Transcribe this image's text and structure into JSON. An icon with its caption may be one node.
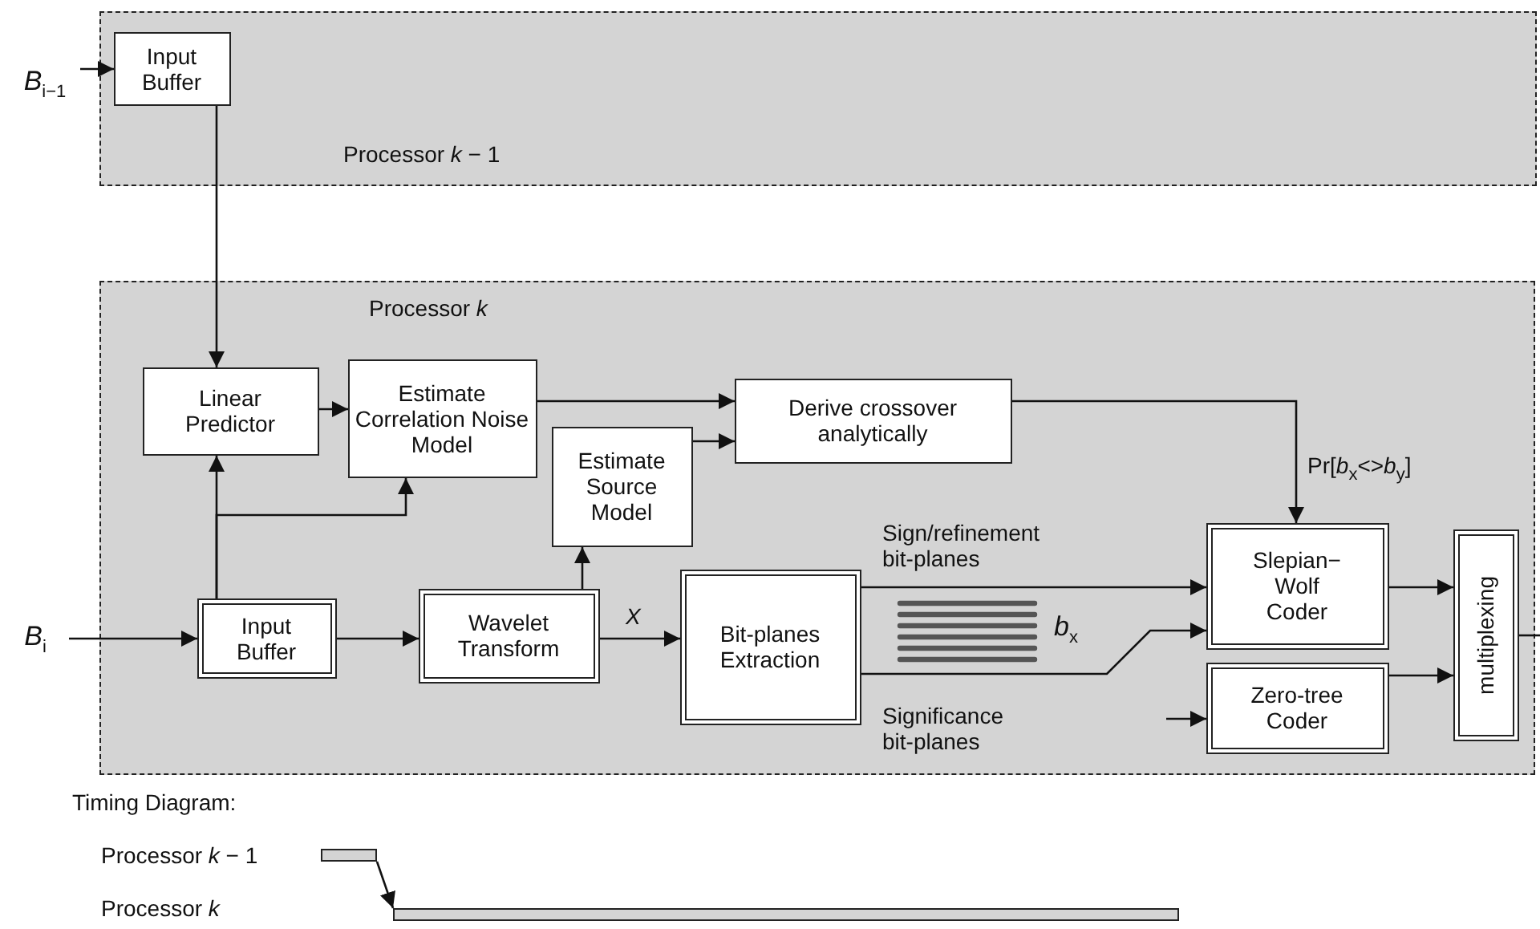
{
  "diagram": {
    "nodes": [
      {
        "text": [
          "Processor *k* − 1"
        ]
      },
      {
        "text": [
          "Input Buffer"
        ],
        "in": 0
      },
      {
        "text": [
          "Processor *k*"
        ]
      },
      {
        "text": [
          "Linear Predictor"
        ],
        "in": 2
      },
      {
        "text": [
          "Estimate Correlation Noise Model"
        ],
        "in": 2
      },
      {
        "text": [
          "Estimate Source Model"
        ],
        "in": 2
      },
      {
        "text": [
          "Derive crossover analytically"
        ],
        "in": 2
      },
      {
        "text": [
          "Input Buffer"
        ],
        "in": 2
      },
      {
        "text": [
          "Wavelet Transform"
        ],
        "in": 2
      },
      {
        "text": [
          "Bit-planes Extraction"
        ],
        "in": 2
      },
      {
        "text": [
          "Slepian− Wolf Coder"
        ],
        "in": 2
      },
      {
        "text": [
          "Zero-tree Coder"
        ],
        "in": 2
      },
      {
        "text": [
          "multiplexing"
        ],
        "in": 2
      },
      {
        "text": [
          "*B*$_{i−1}$"
        ]
      },
      {
        "text": [
          "*B*$_{i}$"
        ]
      },
      {
        "text": [],
        "shape": "bar"
      },
      {
        "text": [],
        "shape": "bar"
      }
    ],
    "edges": [
      {
        "from": 13,
        "to": 1,
        "arrow": "to"
      },
      {
        "from": 14,
        "to": 7,
        "arrow": "to"
      },
      {
        "from": 1,
        "to": 3,
        "arrow": "to"
      },
      {
        "from": 7,
        "to": 3,
        "arrow": "to"
      },
      {
        "from": 7,
        "to": 4,
        "arrow": "to"
      },
      {
        "from": 3,
        "to": 4,
        "arrow": "to"
      },
      {
        "from": 4,
        "to": 6,
        "arrow": "to"
      },
      {
        "from": 5,
        "to": 6,
        "arrow": "to"
      },
      {
        "from": 7,
        "to": 8,
        "arrow": "to"
      },
      {
        "from": 8,
        "to": 5,
        "arrow": "to"
      },
      {
        "from": 8,
        "to": 9,
        "arrow": "to",
        "label": "*X*"
      },
      {
        "from": 9,
        "to": 10,
        "arrow": "to",
        "label": "Sign/refinement bit-planes"
      },
      {
        "from": 9,
        "to": 10,
        "arrow": "to"
      },
      {
        "from": 6,
        "to": 10,
        "arrow": "to",
        "label": "Pr[*b*$_{x}$<>*b*$_{y}$]"
      },
      {
        "from": null,
        "to": 11,
        "arrow": "to"
      },
      {
        "from": 10,
        "to": 12,
        "arrow": "to"
      },
      {
        "from": 11,
        "to": 12,
        "arrow": "to"
      },
      {
        "from": 12,
        "to": null,
        "arrow": "none"
      },
      {
        "from": 15,
        "to": 16,
        "arrow": "to"
      }
    ],
    "labels": [
      "*b*$_{x}$",
      "Significance bit-planes",
      "Timing Diagram:",
      "Processor *k* − 1",
      "Processor *k*"
    ]
  }
}
